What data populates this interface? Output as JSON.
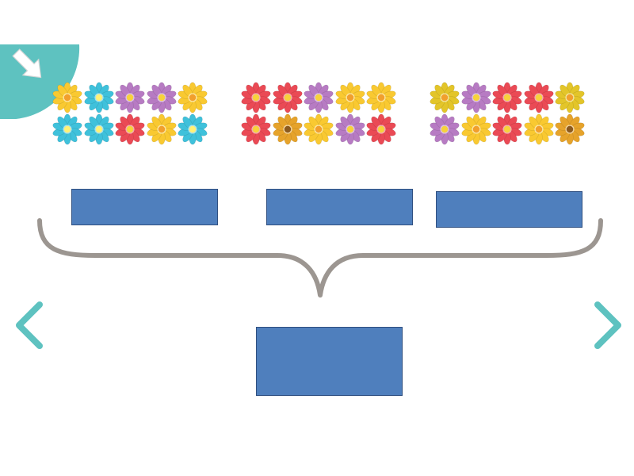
{
  "theme": {
    "accent": "#5ec2c0",
    "box_fill": "#4f7fbd",
    "box_border": "#2f4f80",
    "brace_color": "#9c9691",
    "arrow_icon_color": "#ffffff"
  },
  "corner_button": {
    "icon": "arrow-down-right-icon"
  },
  "flower_colors": {
    "yellow": "#f9c931",
    "blue": "#3fc1db",
    "purple": "#b77bc3",
    "red": "#ea4a55",
    "orange": "#e6a32b",
    "olive": "#e3c529"
  },
  "flower_centers": {
    "yellow": "#f29f2c",
    "blue": "#fff176",
    "purple": "#f7d23b",
    "red": "#f7d23b",
    "orange": "#8c5a1e",
    "olive": "#f29f2c"
  },
  "flower_groups": [
    {
      "count": 10,
      "rows": [
        [
          "yellow",
          "blue",
          "purple",
          "purple",
          "yellow"
        ],
        [
          "blue",
          "blue",
          "red",
          "yellow",
          "blue"
        ]
      ]
    },
    {
      "count": 10,
      "rows": [
        [
          "red",
          "red",
          "purple",
          "yellow",
          "yellow"
        ],
        [
          "red",
          "orange",
          "yellow",
          "purple",
          "red"
        ]
      ]
    },
    {
      "count": 10,
      "rows": [
        [
          "olive",
          "purple",
          "red",
          "red",
          "olive"
        ],
        [
          "purple",
          "yellow",
          "red",
          "yellow",
          "orange"
        ]
      ]
    }
  ],
  "answer_boxes": {
    "group_1": "",
    "group_2": "",
    "group_3": "",
    "total": ""
  },
  "navigation": {
    "prev_icon": "chevron-left-icon",
    "next_icon": "chevron-right-icon"
  }
}
